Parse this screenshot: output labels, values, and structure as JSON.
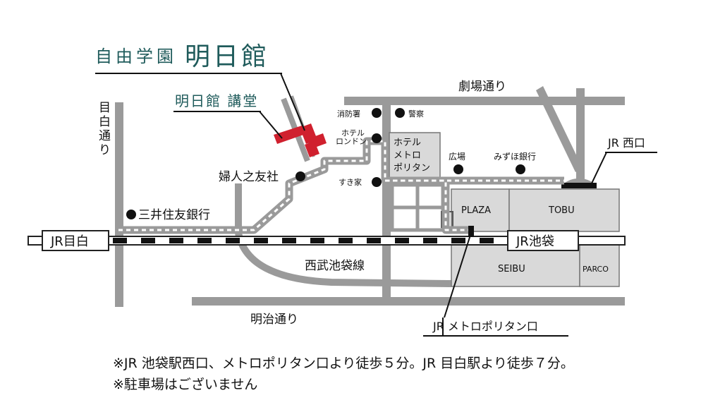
{
  "header": {
    "school": "自由学園",
    "building": "明日館",
    "subtitle": "明日館 講堂"
  },
  "roads": {
    "mejiro_dori": "目白通り",
    "gekijo_dori": "劇場通り",
    "meiji_dori": "明治通り",
    "seibu_line": "西武池袋線"
  },
  "stations": {
    "mejiro": "JR目白",
    "ikebukuro": "JR池袋",
    "west_exit": "JR 西口",
    "metropolitan_exit": "JR メトロポリタン口"
  },
  "landmarks": {
    "fujin": "婦人之友社",
    "smbc": "三井住友銀行",
    "fire": "消防署",
    "police": "警察",
    "hotel_london": "ホテル\nロンドン",
    "sukiya": "すき家",
    "hotel_metropolitan": "ホテル\nメトロ\nポリタン",
    "plaza_mark": "広場",
    "mizuho": "みずほ銀行"
  },
  "buildings": {
    "plaza": "PLAZA",
    "tobu": "TOBU",
    "seibu": "SEIBU",
    "parco": "PARCO"
  },
  "notes": [
    "※JR 池袋駅西口、メトロポリタン口より徒歩５分。JR 目白駅より徒歩７分。",
    "※駐車場はございません"
  ],
  "colors": {
    "title": "#1f5b5b",
    "accent": "#d0202e",
    "road": "#999999",
    "building": "#d9d9d9"
  }
}
